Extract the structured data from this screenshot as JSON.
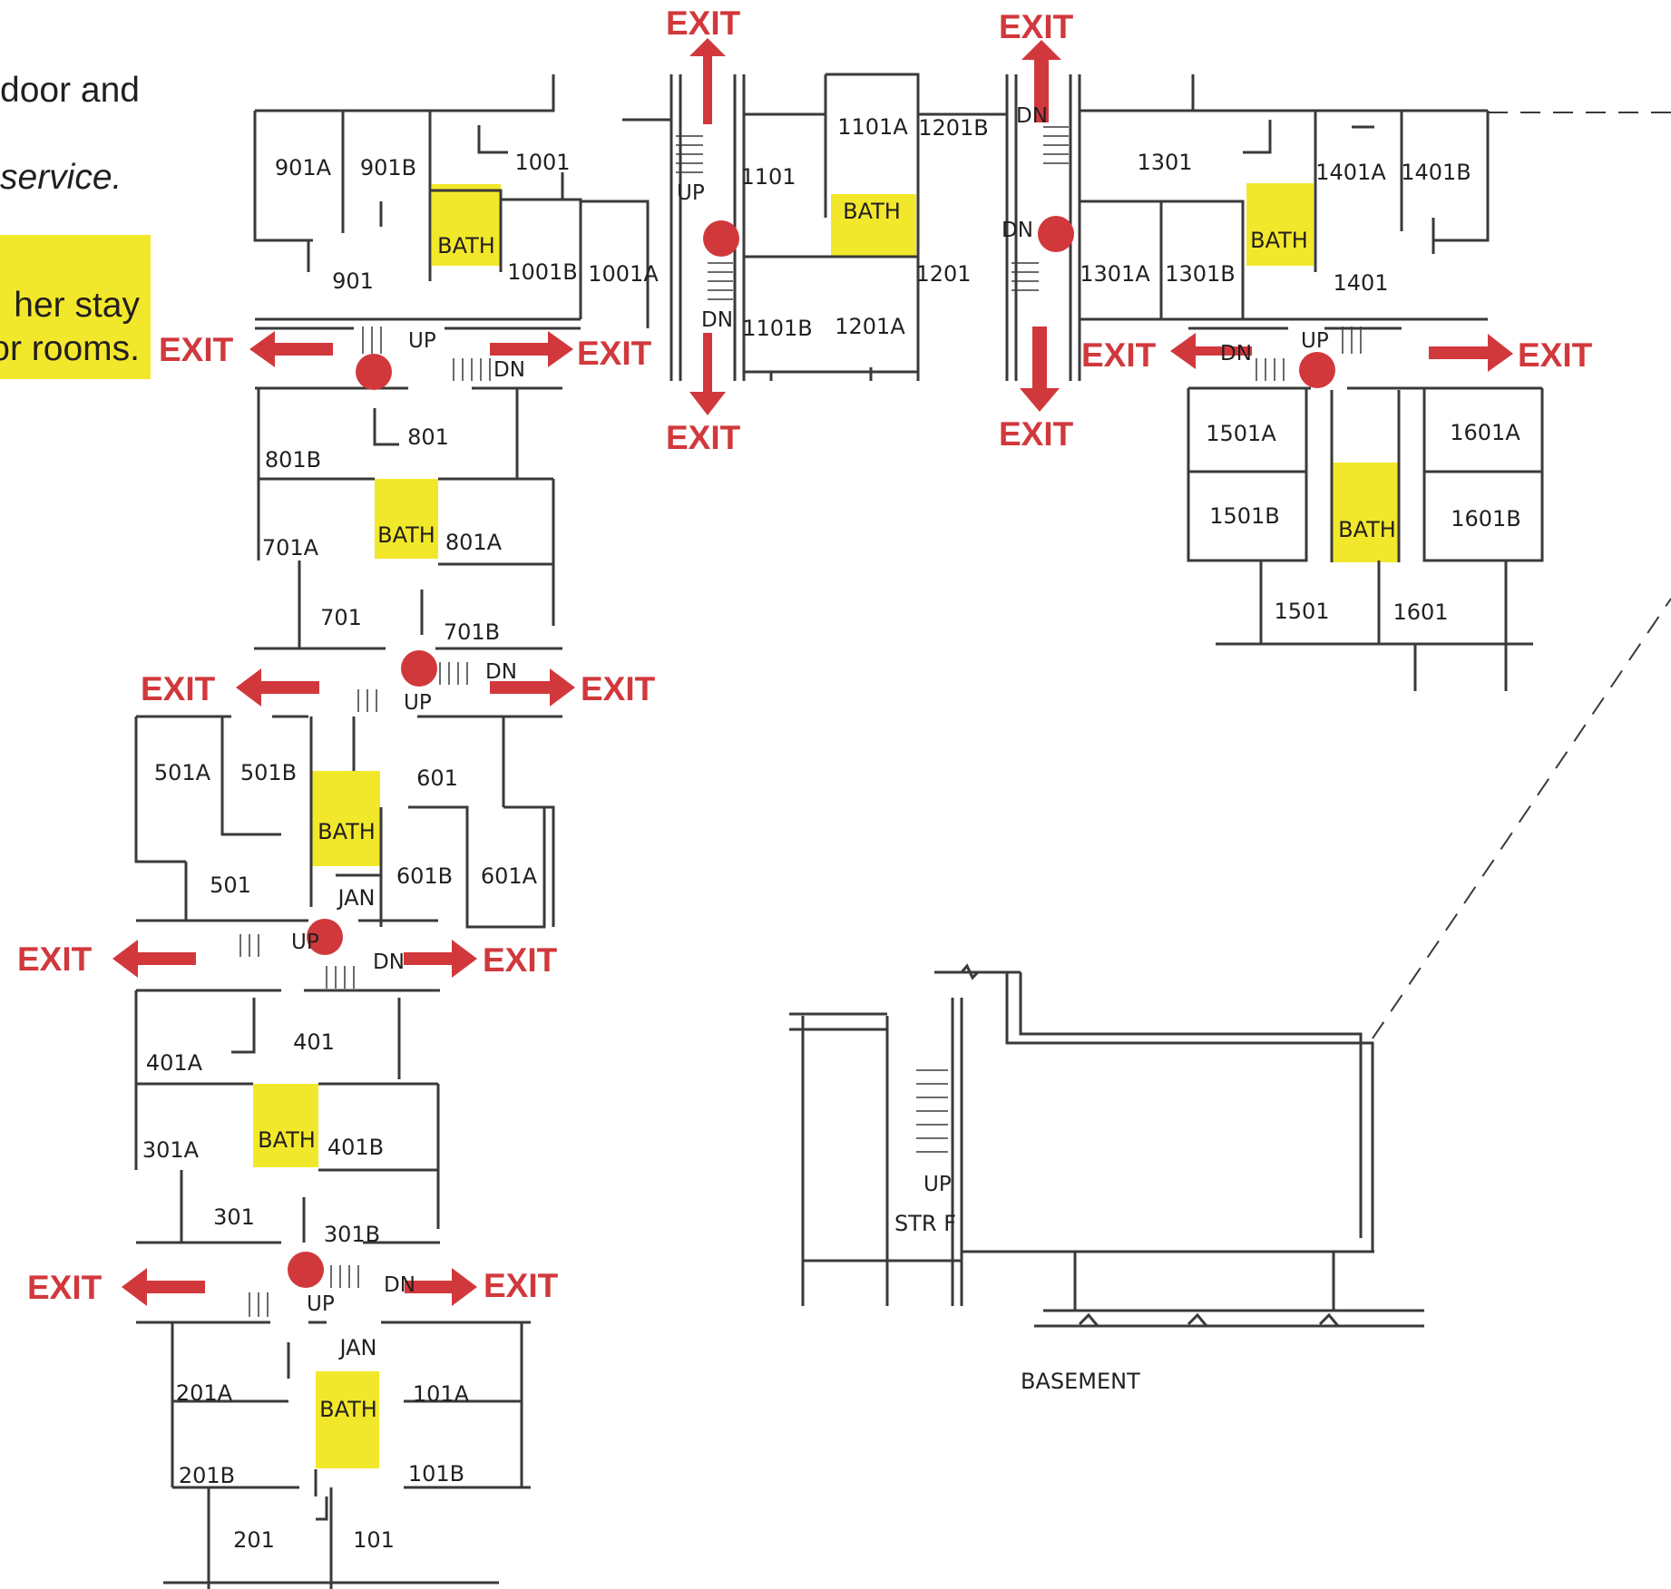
{
  "intro": {
    "line1": "door and",
    "line2": "service.",
    "note_line1": "her stay",
    "note_line2": "or rooms."
  },
  "colors": {
    "exit_red": "#d1383c",
    "bath_yellow": "#f2e82b",
    "wall": "#3a3a3a"
  },
  "exit_label": "EXIT",
  "stair_labels": {
    "up": "UP",
    "down": "DN"
  },
  "rooms": [
    "901A",
    "901B",
    "1001",
    "901",
    "1001B",
    "1001A",
    "1101",
    "1101A",
    "1201B",
    "1201",
    "1101B",
    "1201A",
    "1301",
    "1401A",
    "1401B",
    "1301A",
    "1301B",
    "1401",
    "801",
    "801B",
    "801A",
    "701A",
    "701",
    "701B",
    "1501A",
    "1601A",
    "1501B",
    "1601B",
    "1501",
    "1601",
    "501A",
    "501B",
    "601",
    "501",
    "601B",
    "601A",
    "401",
    "401A",
    "401B",
    "301A",
    "301",
    "301B",
    "201A",
    "101A",
    "201B",
    "101B",
    "201",
    "101"
  ],
  "bath_label": "BATH",
  "jan_label": "JAN",
  "storage_label": "STR F",
  "basement_label": "BASEMENT"
}
